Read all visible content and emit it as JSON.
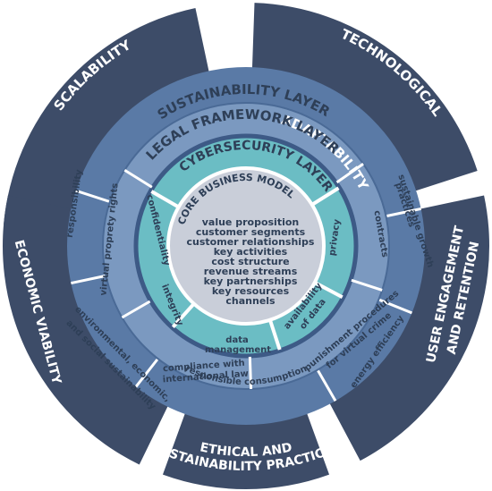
{
  "colors": {
    "outer": "#3d4c68",
    "sustain": "#5a7aa6",
    "legal": "#7b99c0",
    "cyber": "#6bbdc4",
    "core": "#c9ced9",
    "gap": "#ffffff",
    "dark_text": "#2e3f57"
  },
  "outer_segments": {
    "scalability": "SCALABILITY",
    "tech_1": "TECHNOLOGICAL",
    "tech_2": "ADAPTABILITY",
    "user_1": "USER ENGAGEMENT",
    "user_2": "AND RETENTION",
    "ethical_1": "ETHICAL AND",
    "ethical_2": "SUSTAINABILITY PRACTICES",
    "economic": "ECONOMIC VIABILITY"
  },
  "sustainability_layer": {
    "title": "SUSTAINABILITY LAYER",
    "responsibility": "responsibility",
    "growth_1": "sustainable growth",
    "growth_2": "practices",
    "energy": "energy efficiency",
    "consumption": "responsible consumption",
    "env_1": "environmental, economic,",
    "env_2": "and social sustainability"
  },
  "legal_layer": {
    "title": "LEGAL FRAMEWORK LAYER",
    "property": "virtual proprety rights",
    "contracts": "contracts",
    "punish_1": "punishment procedures",
    "punish_2": "for virtual crime",
    "compliance_1": "compliance with",
    "compliance_2": "international law"
  },
  "cyber_layer": {
    "title": "CYBERSECURITY LAYER",
    "confidentiality": "confidentiality",
    "privacy": "privacy",
    "availability_1": "availability",
    "availability_2": "of data",
    "data_1": "data",
    "data_2": "management",
    "integrity": "integrity"
  },
  "core": {
    "title": "CORE BUSINESS MODEL",
    "items": [
      "value proposition",
      "customer segments",
      "customer relationships",
      "key activities",
      "cost structure",
      "revenue streams",
      "key partnerships",
      "key resources",
      "channels"
    ]
  }
}
